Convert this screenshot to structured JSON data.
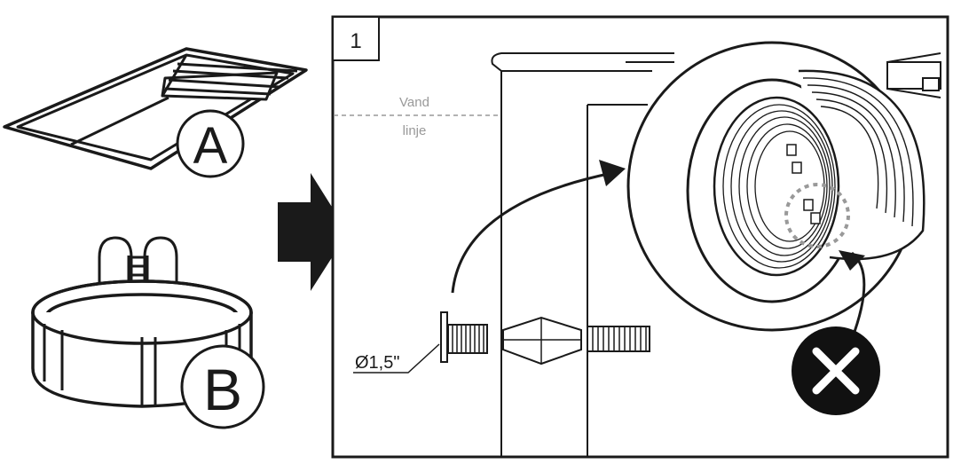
{
  "pool_a": {
    "letter": "A"
  },
  "pool_b": {
    "letter": "B"
  },
  "panel": {
    "step_number": "1",
    "water_line": {
      "line1": "Vand",
      "line2": "linje"
    },
    "diameter": "Ø1,5\""
  },
  "icons": {
    "arrow": "right-arrow-icon",
    "forbidden": "x-mark-icon"
  },
  "colors": {
    "ink": "#1a1a1a",
    "grey": "#999999",
    "badge": "#111111"
  }
}
